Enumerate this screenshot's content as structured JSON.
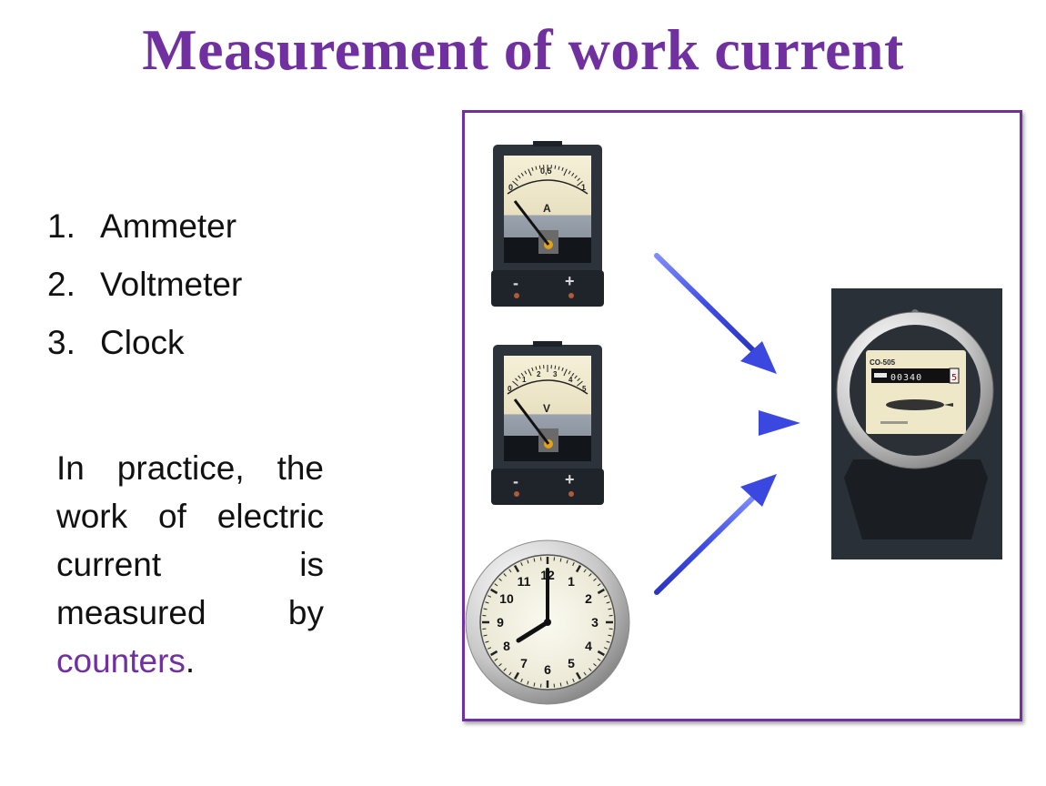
{
  "title": "Measurement of work current",
  "instruments": [
    {
      "number": "1.",
      "label": "Ammeter"
    },
    {
      "number": "2.",
      "label": "Voltmeter"
    },
    {
      "number": "3.",
      "label": "Clock"
    }
  ],
  "note": {
    "before": "In practice, the work of electric current is measured by ",
    "highlight": "counters",
    "after": "."
  },
  "ammeter": {
    "scale": [
      "0",
      "0,5",
      "1"
    ],
    "unit": "A",
    "terminals": [
      "-",
      "+"
    ]
  },
  "voltmeter": {
    "scale": [
      "0",
      "1",
      "2",
      "3",
      "4",
      "5"
    ],
    "unit": "V",
    "terminals": [
      "-",
      "+"
    ]
  },
  "clock": {
    "numerals": [
      "12",
      "1",
      "2",
      "3",
      "4",
      "5",
      "6",
      "7",
      "8",
      "9",
      "10",
      "11"
    ]
  },
  "meter": {
    "model": "CO-505",
    "reading": "00340",
    "last_digit": "5"
  },
  "colors": {
    "accent": "#7030a0",
    "arrow": "#4a55e8"
  }
}
